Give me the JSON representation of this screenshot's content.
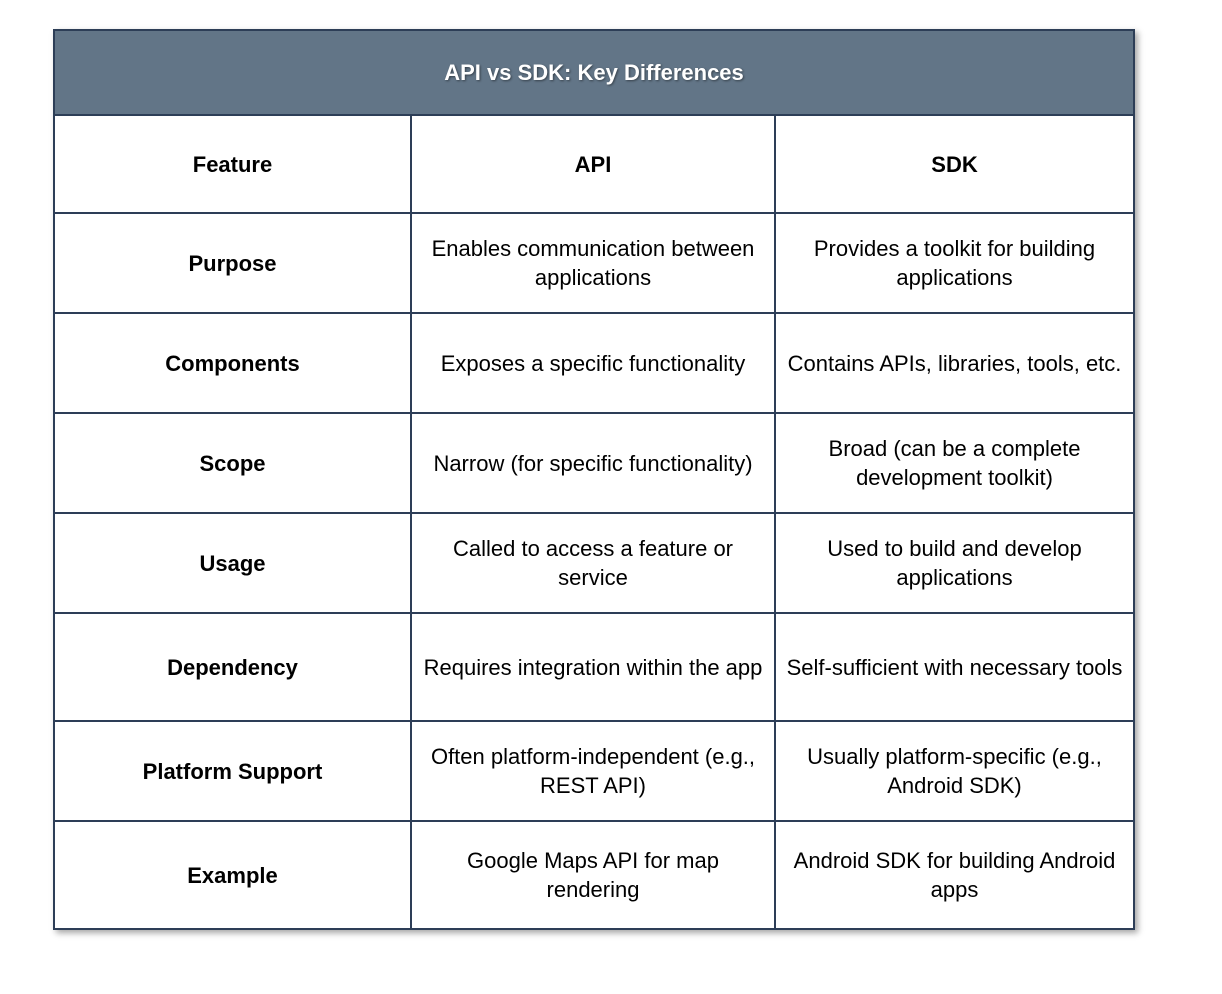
{
  "title": "API vs SDK: Key Differences",
  "columns": [
    "Feature",
    "API",
    "SDK"
  ],
  "rows": [
    {
      "feature": "Purpose",
      "api": "Enables communication between applications",
      "sdk": "Provides a toolkit for building applications"
    },
    {
      "feature": "Components",
      "api": "Exposes a specific functionality",
      "sdk": "Contains APIs, libraries, tools, etc."
    },
    {
      "feature": "Scope",
      "api": "Narrow (for specific functionality)",
      "sdk": "Broad (can be a complete development toolkit)"
    },
    {
      "feature": "Usage",
      "api": "Called to access a feature or service",
      "sdk": "Used to build and develop applications"
    },
    {
      "feature": "Dependency",
      "api": "Requires integration within the app",
      "sdk": "Self-sufficient with necessary tools"
    },
    {
      "feature": "Platform Support",
      "api": "Often platform-independent (e.g., REST API)",
      "sdk": "Usually platform-specific (e.g., Android SDK)"
    },
    {
      "feature": "Example",
      "api": "Google Maps API for map rendering",
      "sdk": "Android SDK for building Android apps"
    }
  ],
  "colors": {
    "header_bg": "#627587",
    "border": "#2d3e57"
  }
}
